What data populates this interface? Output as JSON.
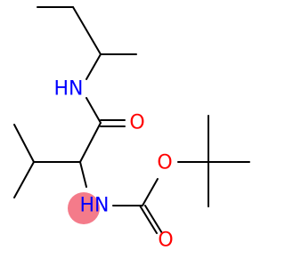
{
  "molecule": {
    "highlight_color": "#f47b8a",
    "atoms": [
      {
        "id": "n_amide",
        "label": "HN",
        "color": "#0000ff"
      },
      {
        "id": "o_amide",
        "label": "O",
        "color": "#ff0000"
      },
      {
        "id": "o_ester",
        "label": "O",
        "color": "#ff0000"
      },
      {
        "id": "n_carbamate",
        "label": "HN",
        "color": "#0000ff"
      },
      {
        "id": "o_carbonyl",
        "label": "O",
        "color": "#ff0000"
      }
    ]
  }
}
